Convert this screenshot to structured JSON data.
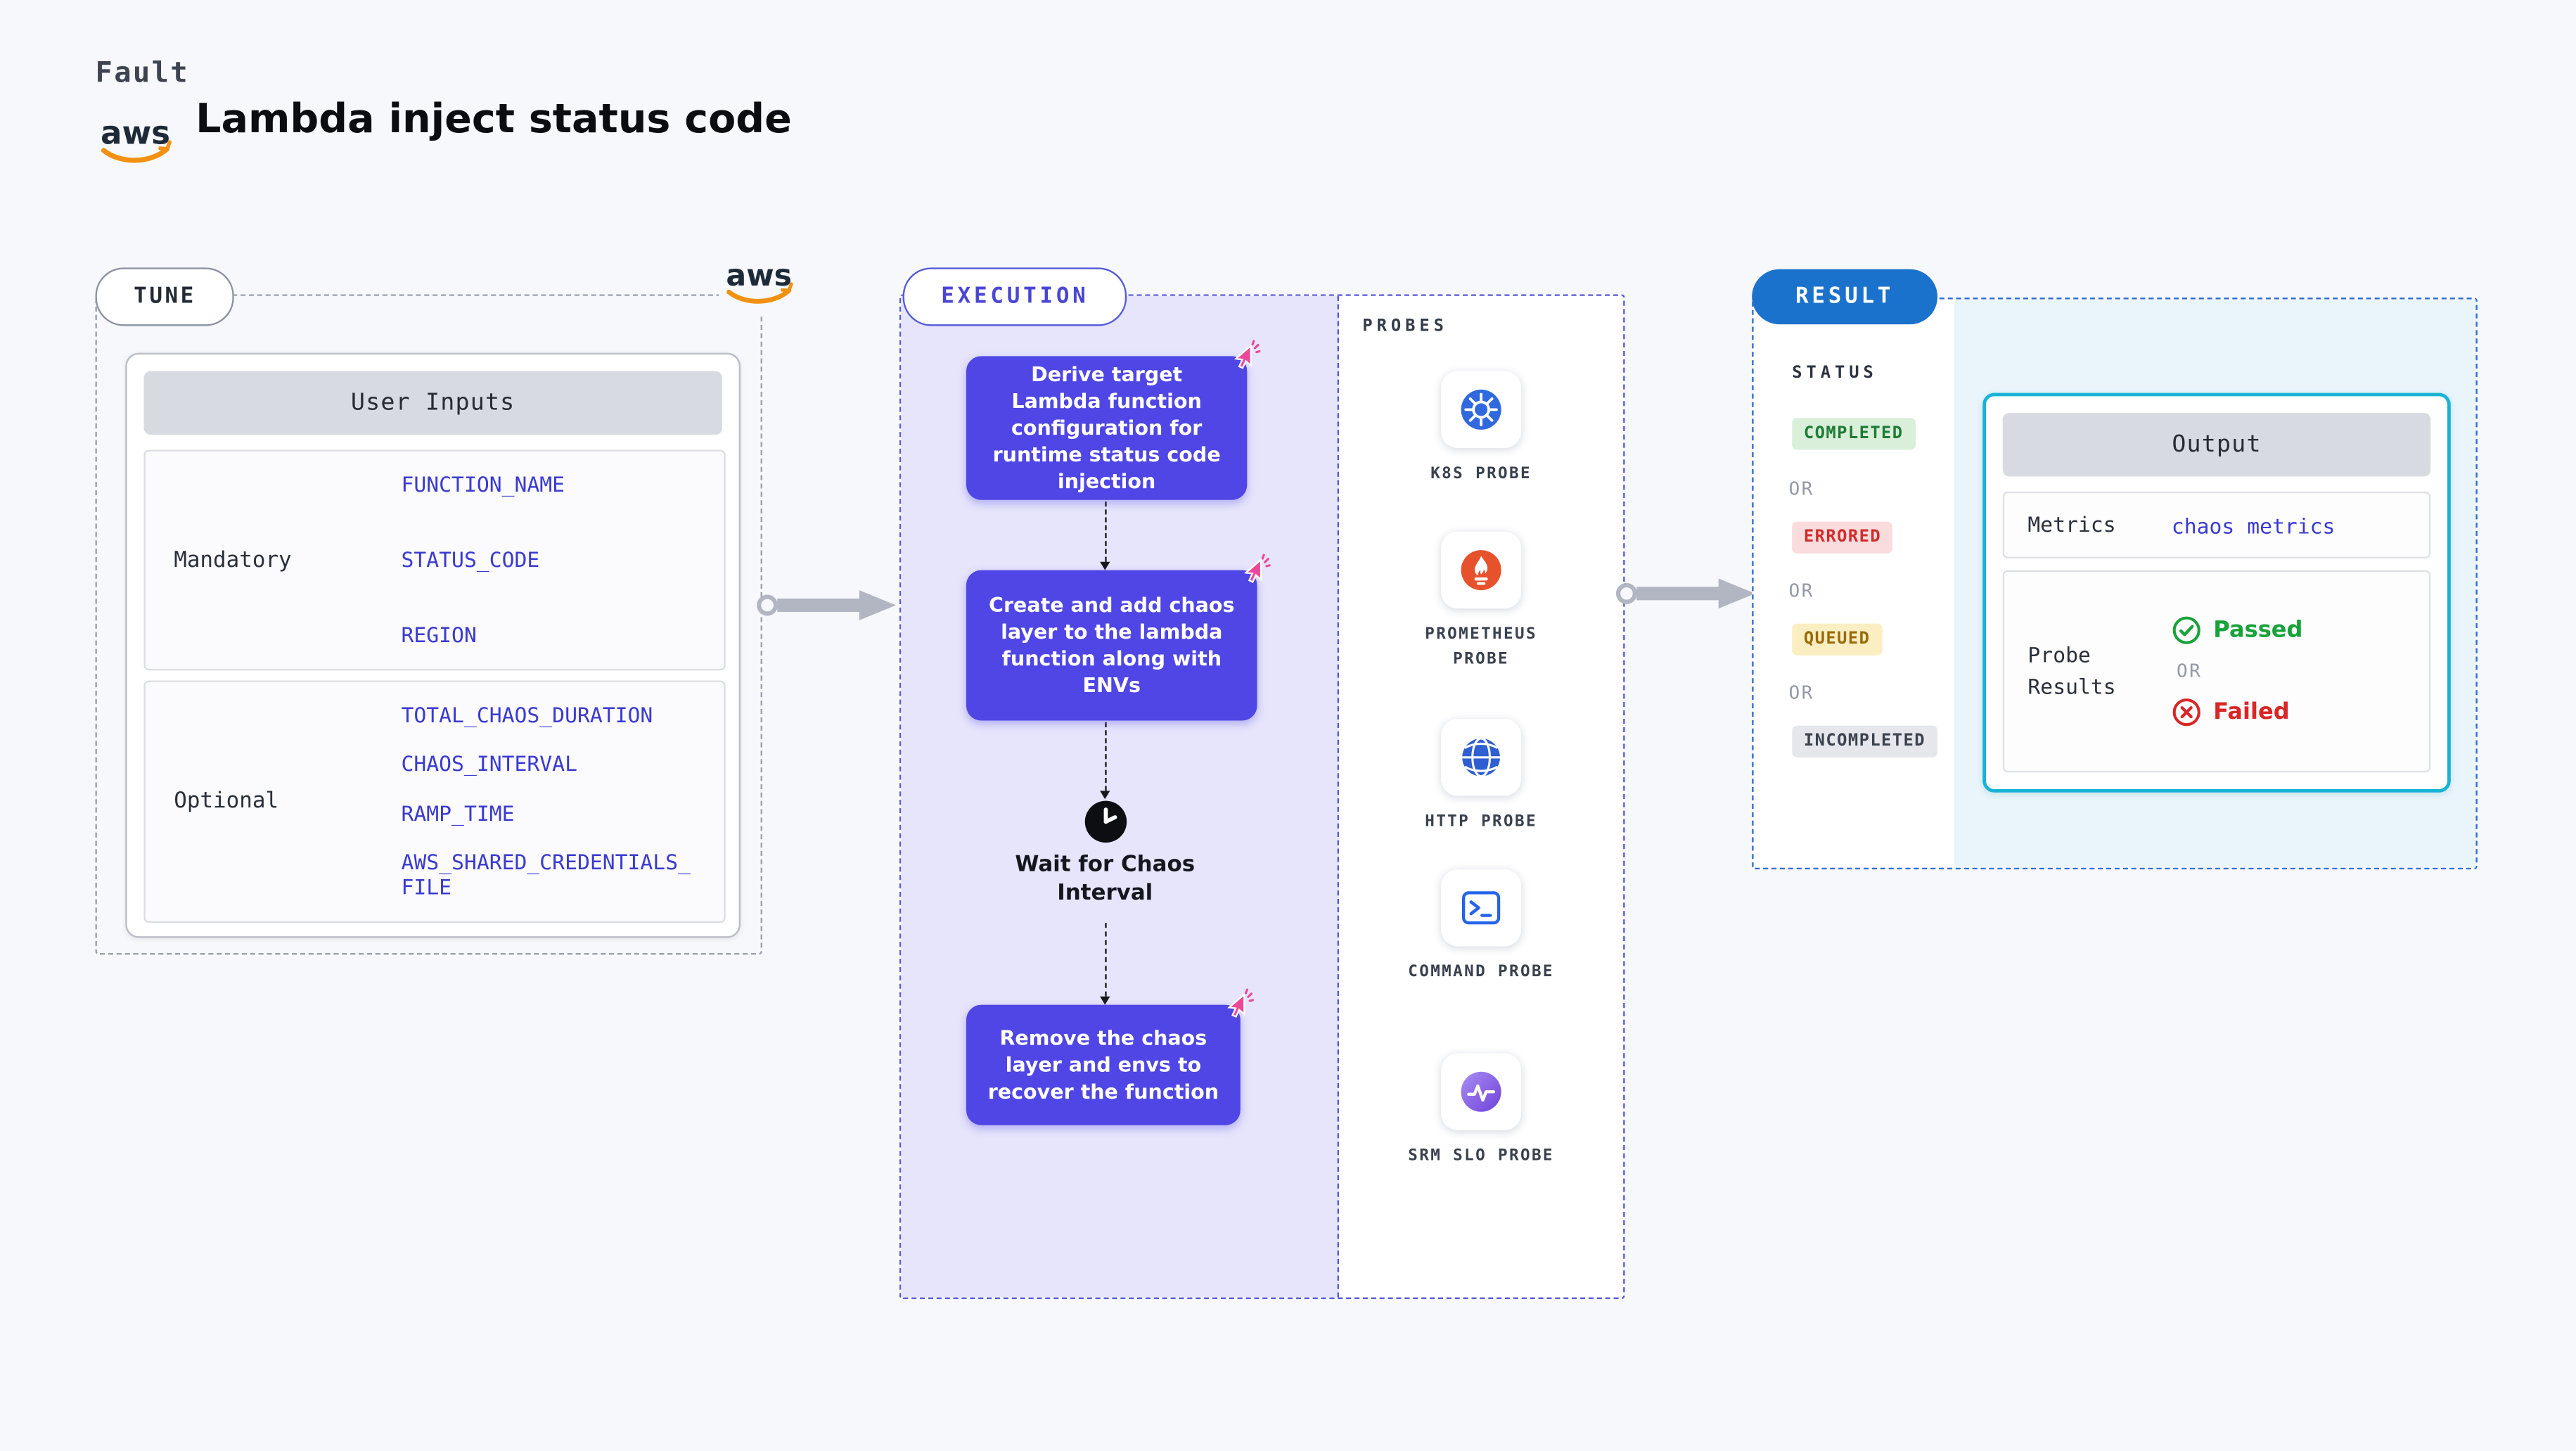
{
  "header": {
    "kicker": "Fault",
    "title": "Lambda inject status code",
    "aws_logo_text": "aws"
  },
  "tune": {
    "pill_label": "TUNE",
    "table": {
      "header": "User Inputs",
      "rows": [
        {
          "label": "Mandatory",
          "values": [
            "FUNCTION_NAME",
            "STATUS_CODE",
            "REGION"
          ]
        },
        {
          "label": "Optional",
          "values": [
            "TOTAL_CHAOS_DURATION",
            "CHAOS_INTERVAL",
            "RAMP_TIME",
            "AWS_SHARED_CREDENTIALS_FILE"
          ]
        }
      ]
    }
  },
  "execution": {
    "pill_label": "EXECUTION",
    "steps": [
      "Derive target Lambda function configuration for runtime status code injection",
      "Create and add chaos layer to the lambda function along with ENVs",
      "Remove the chaos layer and envs to recover the function"
    ],
    "wait_label": "Wait for Chaos Interval",
    "probes": {
      "heading": "PROBES",
      "items": [
        {
          "name": "K8S PROBE",
          "icon": "k8s-icon"
        },
        {
          "name": "PROMETHEUS PROBE",
          "icon": "prometheus-icon"
        },
        {
          "name": "HTTP PROBE",
          "icon": "http-globe-icon"
        },
        {
          "name": "COMMAND PROBE",
          "icon": "command-terminal-icon"
        },
        {
          "name": "SRM SLO PROBE",
          "icon": "srm-slo-icon"
        }
      ]
    }
  },
  "result": {
    "pill_label": "RESULT",
    "status": {
      "heading": "STATUS",
      "or_label": "OR",
      "badges": [
        {
          "label": "COMPLETED",
          "type": "success"
        },
        {
          "label": "ERRORED",
          "type": "error"
        },
        {
          "label": "QUEUED",
          "type": "warning"
        },
        {
          "label": "INCOMPLETED",
          "type": "neutral"
        }
      ]
    },
    "output": {
      "header": "Output",
      "metrics_label": "Metrics",
      "metrics_value": "chaos metrics",
      "probe_results_label": "Probe Results",
      "passed_label": "Passed",
      "or_label": "OR",
      "failed_label": "Failed"
    }
  },
  "colors": {
    "page_bg": "#f7f8fb",
    "step_bg": "#4f46e5",
    "execution_accent": "#5659d8",
    "execution_panel_bg": "#e6e5fb",
    "result_pill_bg": "#1a72cc",
    "result_border": "#2f6bd0",
    "result_panel_bg": "#e9f5fb",
    "tune_border": "#9aa1ae",
    "output_border": "#17b3d6",
    "table_header_bg": "#d8dae1",
    "value_text": "#3a3ad1",
    "passed": "#17a23a",
    "failed": "#d92626",
    "completed_badge": "#1d7c34",
    "errored_badge": "#cf2c2c",
    "queued_badge": "#9a6a06",
    "aws_orange": "#f29111",
    "cursor_pink": "#ec4899"
  }
}
